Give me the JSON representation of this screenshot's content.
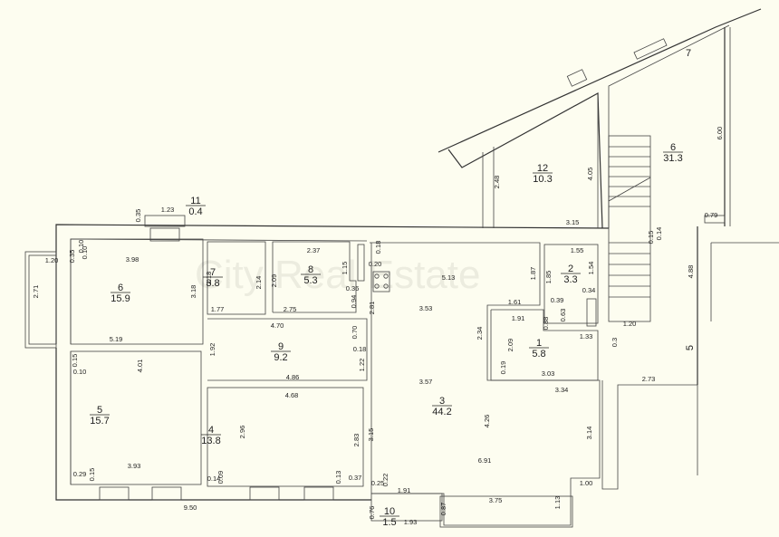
{
  "watermark": "City Real Estate",
  "rooms": [
    {
      "number": "11",
      "area": "0.4"
    },
    {
      "number": "6",
      "area": "15.9"
    },
    {
      "number": "7",
      "area": "3.8"
    },
    {
      "number": "8",
      "area": "5.3"
    },
    {
      "number": "9",
      "area": "9.2"
    },
    {
      "number": "5",
      "area": "15.7"
    },
    {
      "number": "4",
      "area": "13.8"
    },
    {
      "number": "3",
      "area": "44.2"
    },
    {
      "number": "1",
      "area": "5.8"
    },
    {
      "number": "2",
      "area": "3.3"
    },
    {
      "number": "12",
      "area": "10.3"
    },
    {
      "number": "6",
      "area": "31.3"
    },
    {
      "number": "10",
      "area": "1.5"
    }
  ],
  "markers": [
    "5",
    "7"
  ],
  "dimensions": [
    "0.35",
    "1.23",
    "1.20",
    "3.98",
    "2.71",
    "3.18",
    "5.19",
    "0.35",
    "0.10",
    "0.10",
    "2.18",
    "2.14",
    "1.77",
    "2.37",
    "2.09",
    "1.15",
    "2.75",
    "0.36",
    "0.94",
    "4.70",
    "0.70",
    "0.18",
    "1.92",
    "0.18",
    "0.20",
    "2.81",
    "5.13",
    "1.87",
    "3.53",
    "1.61",
    "1.55",
    "1.85",
    "1.54",
    "0.34",
    "0.39",
    "0.63",
    "1.91",
    "0.88",
    "2.34",
    "2.09",
    "1.33",
    "0.19",
    "3.03",
    "3.57",
    "3.34",
    "1.22",
    "4.86",
    "4.68",
    "4.01",
    "0.15",
    "0.10",
    "2.96",
    "2.83",
    "3.15",
    "4.26",
    "3.14",
    "6.91",
    "3.93",
    "0.29",
    "0.15",
    "0.14",
    "0.09",
    "0.13",
    "0.37",
    "0.25",
    "0.22",
    "1.91",
    "1.00",
    "3.75",
    "0.87",
    "1.13",
    "9.50",
    "0.76",
    "1.93",
    "3.15",
    "2.48",
    "4.05",
    "6.00",
    "0.79",
    "0.14",
    "0.15",
    "1.20",
    "4.88",
    "0.3",
    "2.73"
  ]
}
